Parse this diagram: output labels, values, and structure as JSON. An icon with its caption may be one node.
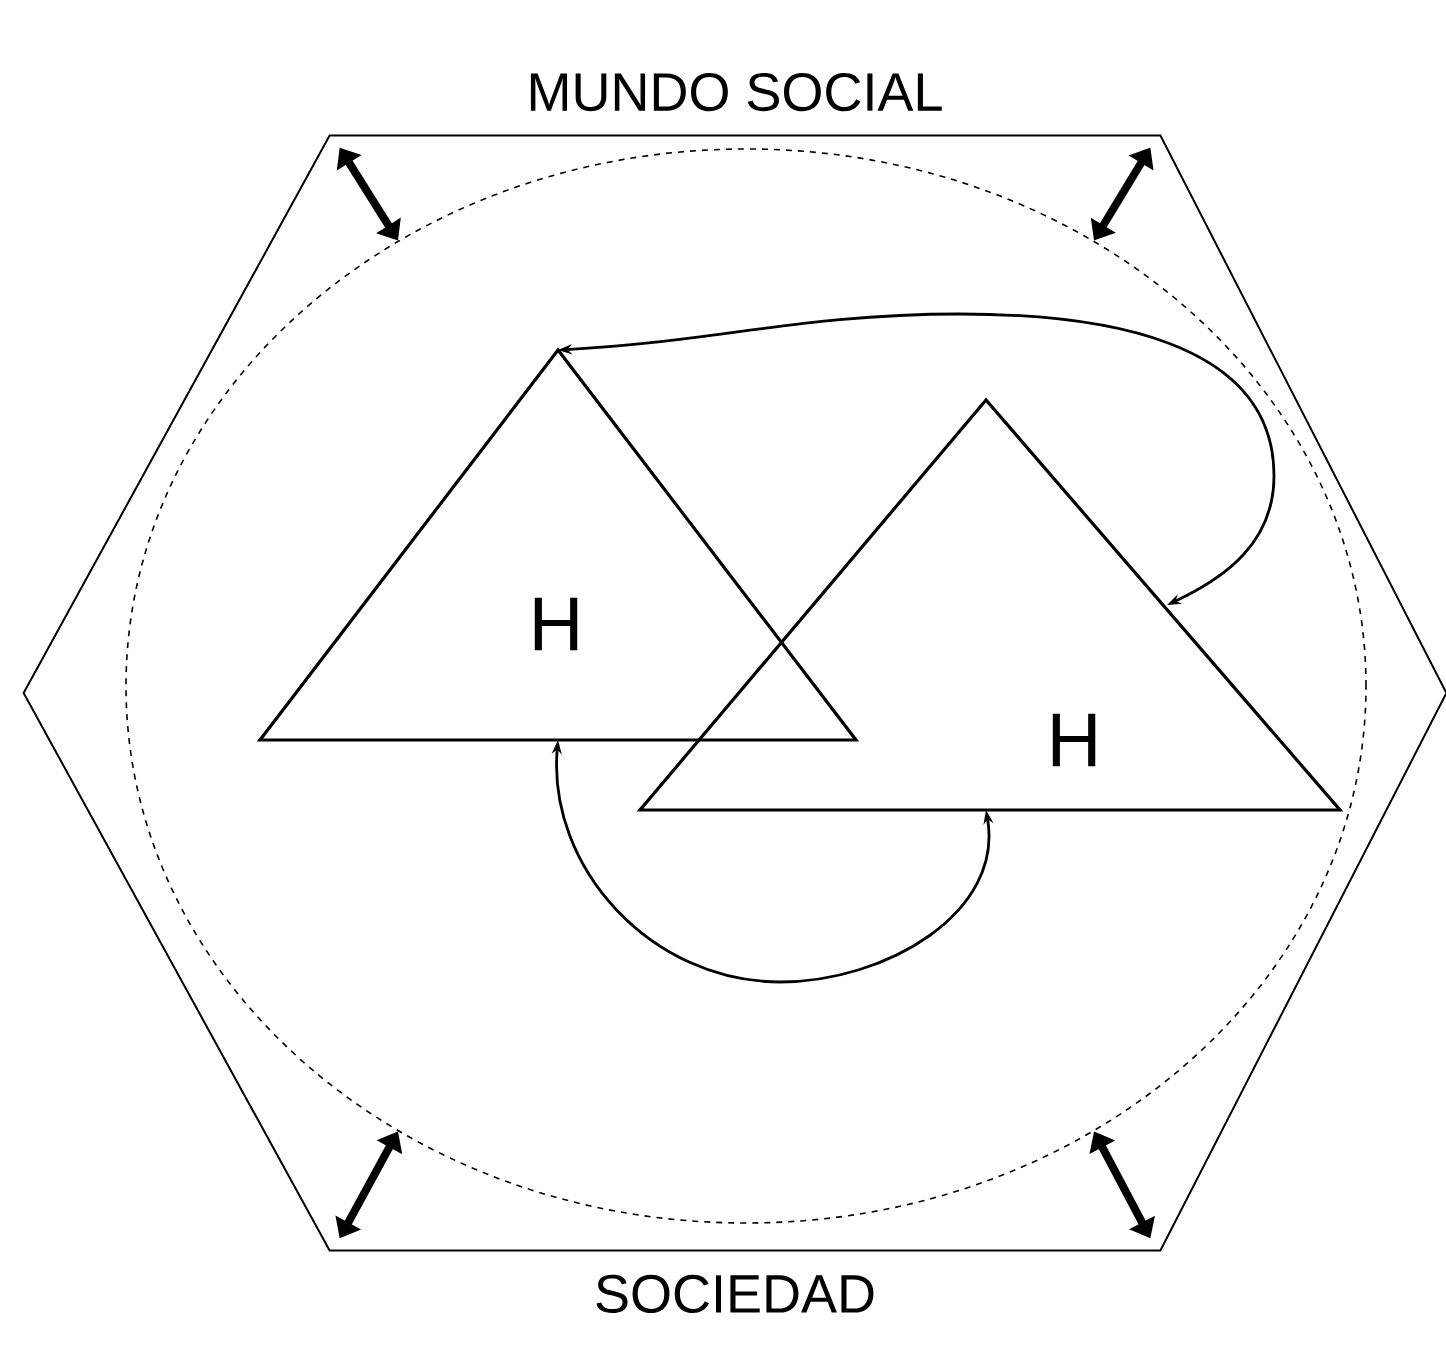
{
  "diagram": {
    "nodes": [
      {
        "text": [
          "MUNDO SOCIAL",
          "SOCIEDAD"
        ]
      },
      {
        "text": [],
        "shape": "circle",
        "in": 0
      },
      {
        "text": [
          "H"
        ],
        "in": 1
      },
      {
        "text": [
          "H"
        ],
        "in": 1
      }
    ],
    "edges": [
      {
        "from": 3,
        "to": 2,
        "arrow": "both"
      },
      {
        "from": 2,
        "to": 3,
        "arrow": "both"
      },
      {
        "from": 0,
        "to": 1,
        "arrow": "both"
      },
      {
        "from": 0,
        "to": 1,
        "arrow": "both"
      },
      {
        "from": 0,
        "to": 1,
        "arrow": "both"
      },
      {
        "from": 0,
        "to": 1,
        "arrow": "both"
      }
    ]
  }
}
